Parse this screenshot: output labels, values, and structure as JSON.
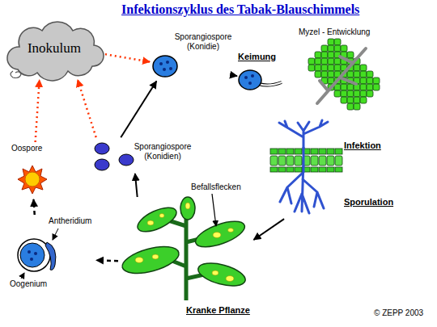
{
  "diagram": {
    "title": "Infektionszyklus des Tabak-Blauschimmels",
    "nodes": [
      {
        "text": [
          "Inokulum"
        ]
      },
      {
        "text": [
          "Sporangiospore (Konidie)"
        ]
      },
      {
        "text": [
          "Keimung"
        ]
      },
      {
        "text": [
          "Myzel - Entwicklung"
        ]
      },
      {
        "text": [
          "Infektion",
          "Sporulation"
        ]
      },
      {
        "text": [
          "Kranke Pflanze"
        ]
      },
      {
        "text": [
          "Sporangiospore (Konidien)"
        ]
      },
      {
        "text": [
          "Antheridium",
          "Oogenium"
        ]
      },
      {
        "text": [
          "Oospore"
        ]
      }
    ],
    "edges": [
      {
        "from": 0,
        "to": 1,
        "arrow": "to"
      },
      {
        "from": 1,
        "to": 2,
        "arrow": "to"
      },
      {
        "from": 4,
        "to": 5,
        "arrow": "to"
      },
      {
        "from": 5,
        "to": 6,
        "arrow": "to"
      },
      {
        "from": 6,
        "to": 1,
        "arrow": "to"
      },
      {
        "from": 6,
        "to": 0,
        "arrow": "to"
      },
      {
        "from": 5,
        "to": 7,
        "arrow": "to"
      },
      {
        "from": 7,
        "to": 8,
        "arrow": "to"
      },
      {
        "from": 8,
        "to": 0,
        "arrow": "to"
      }
    ],
    "labels": [
      "Befallsflecken",
      "© ZEPP 2003"
    ]
  }
}
